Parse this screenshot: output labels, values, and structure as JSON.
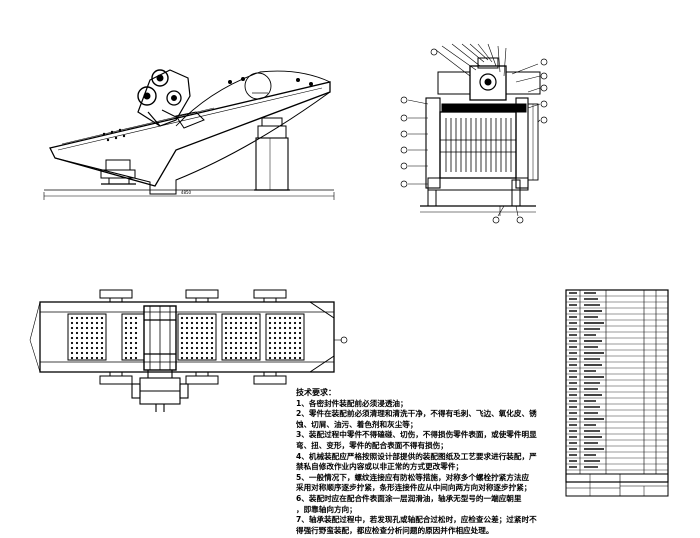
{
  "notes": {
    "heading": "技术要求：",
    "lines": [
      "1、各密封件装配前必须浸透油；",
      "2、零件在装配前必须清理和清洗干净，不得有毛刺、飞边、氧化皮、锈",
      "蚀、切屑、油污、着色剂和灰尘等；",
      "3、装配过程中零件不得磕碰、切伤，不得损伤零件表面，或使零件明显",
      "弯、扭、变形，零件的配合表面不得有损伤；",
      "4、机械装配应严格按照设计部提供的装配图纸及工艺要求进行装配，严",
      "禁私自修改作业内容或以非正常的方式更改零件；",
      "5、一般情况下，螺纹连接应有防松等措施，对称多个螺栓拧紧方法应",
      "采用对称顺序逐步拧紧，条形连接件应从中间向两方向对称逐步拧紧；",
      "6、装配时应在配合件表面涂一层润滑油，轴承无型号的一端应朝里",
      "，即靠轴向方向；",
      "7、轴承装配过程中，若发现孔或轴配合过松时，应检查公差；过紧时不",
      "得强行野蛮装配，都应检查分析问题的原因并作相应处理。"
    ]
  },
  "dimensions": {
    "side_overall": "4850"
  },
  "colors": {
    "line": "#000000",
    "paper": "#ffffff"
  }
}
